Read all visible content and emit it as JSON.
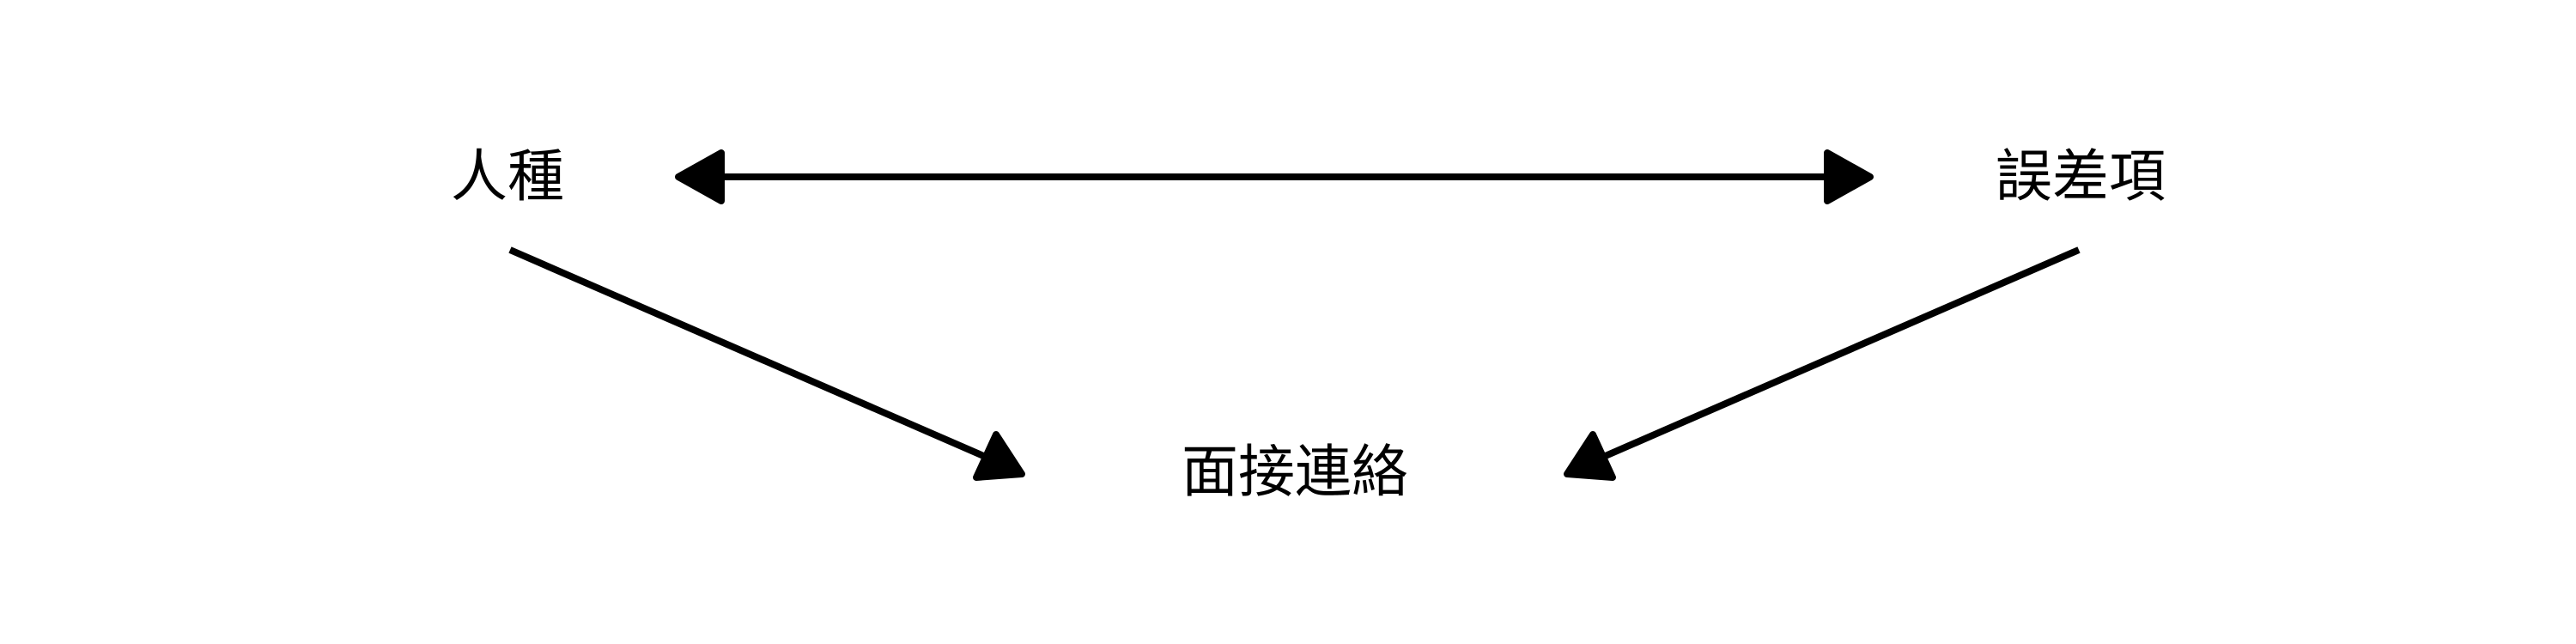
{
  "diagram": {
    "nodes": {
      "race": "人種",
      "error_term": "誤差項",
      "interview_contact": "面接連絡"
    },
    "edges": [
      {
        "from": "race",
        "to": "error_term",
        "type": "bidirectional"
      },
      {
        "from": "race",
        "to": "interview_contact",
        "type": "directed"
      },
      {
        "from": "error_term",
        "to": "interview_contact",
        "type": "directed"
      }
    ],
    "stroke_color": "#000000"
  }
}
